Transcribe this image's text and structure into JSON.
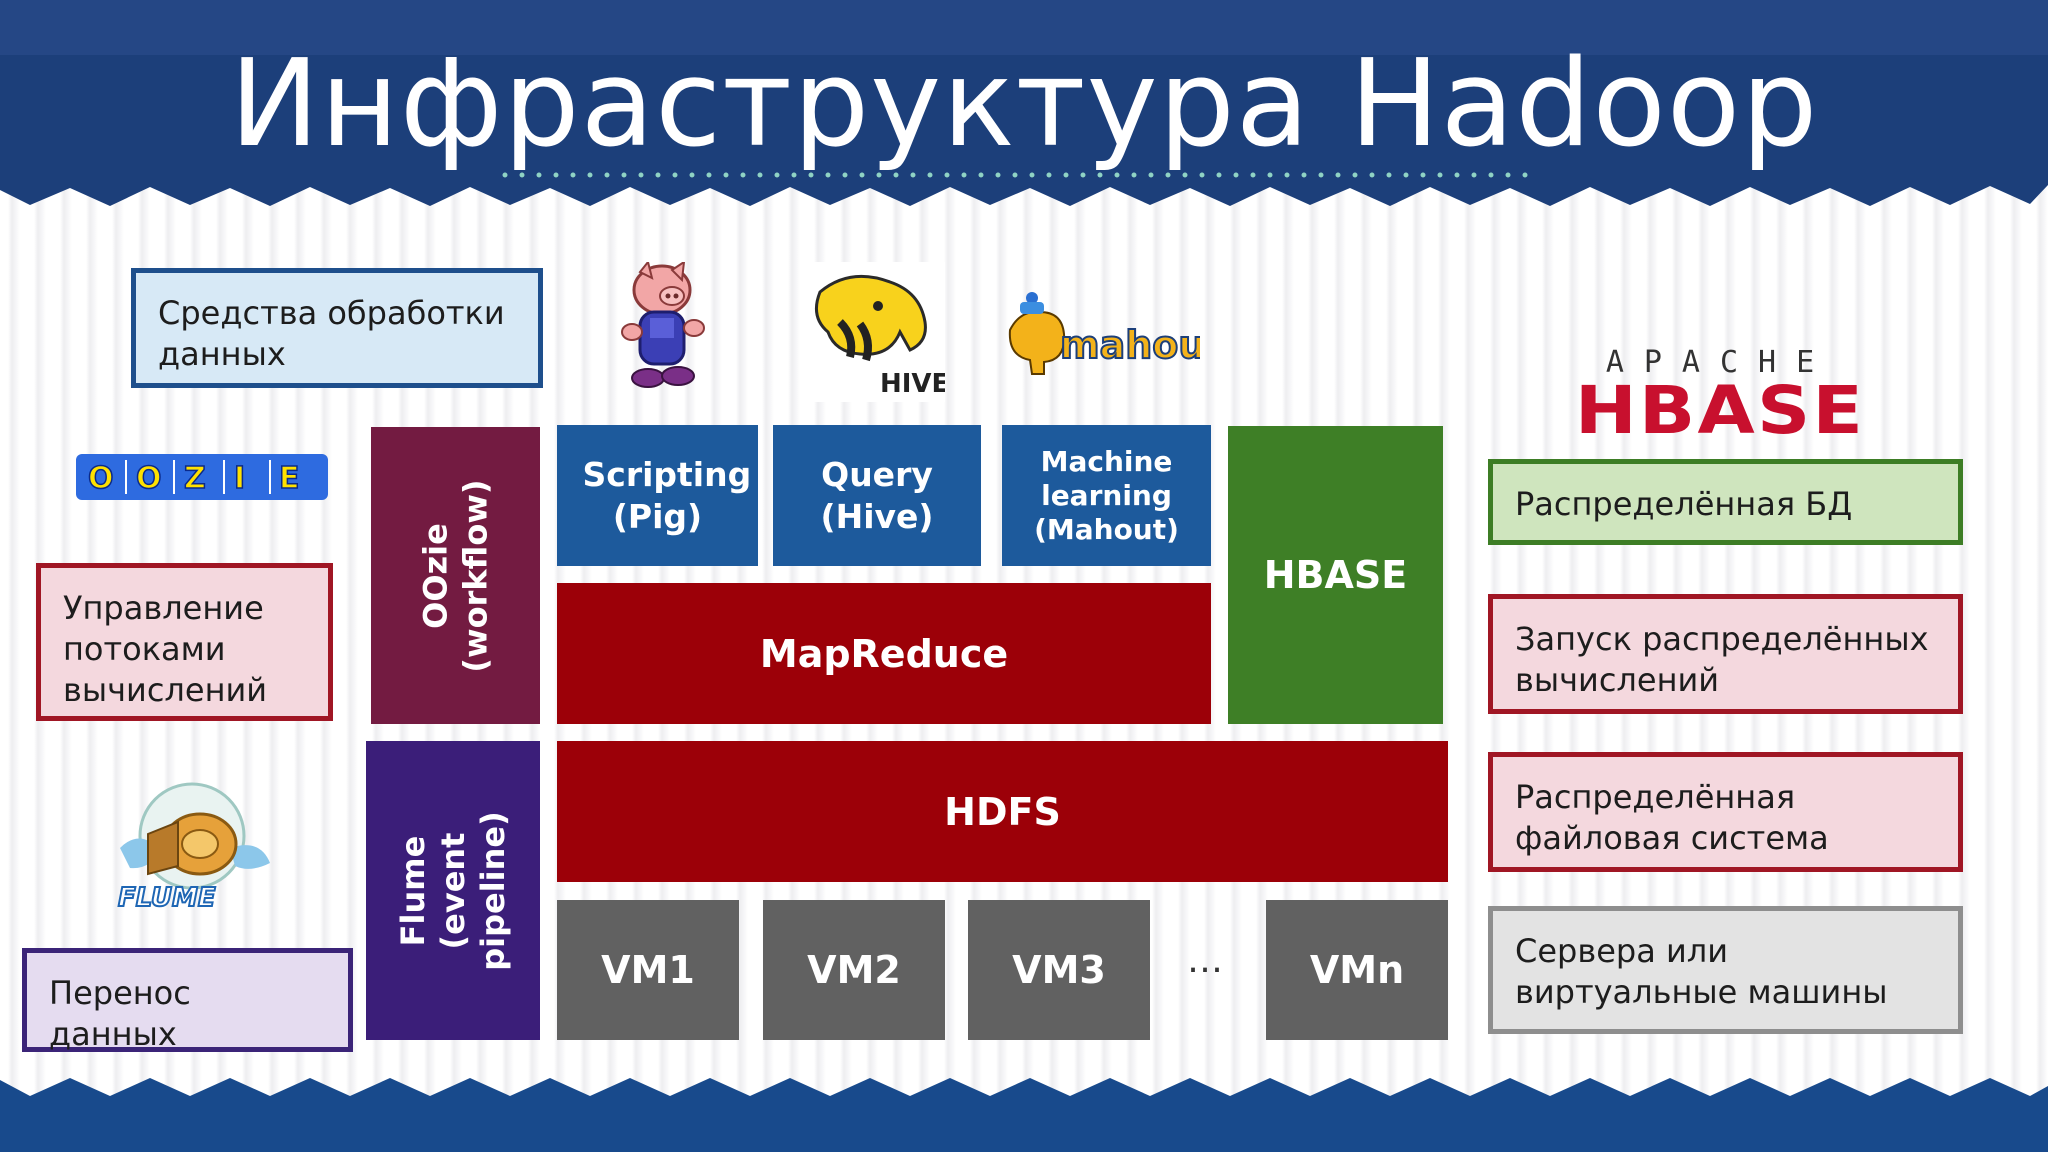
{
  "slide": {
    "title": "Инфраструктура Hadoop"
  },
  "legend": {
    "processing_tools": "Средства обработки данных",
    "workflow_management": "Управление потоками вычислений",
    "data_transfer": "Перенос данных",
    "distributed_db": "Распределённая БД",
    "distributed_compute": "Запуск распределённых вычислений",
    "distributed_fs": "Распределённая файловая система",
    "servers": "Сервера или виртуальные машины"
  },
  "stack": {
    "scripting": "Scripting (Pig)",
    "query": "Query (Hive)",
    "ml": "Machine learning (Mahout)",
    "hbase": "HBASE",
    "mapreduce": "MapReduce",
    "hdfs": "HDFS",
    "oozie": "OOzie (workflow)",
    "flume": "Flume (event pipeline)",
    "vms": [
      "VM1",
      "VM2",
      "VM3",
      "VMn"
    ],
    "ellipsis": "…"
  },
  "logos": {
    "hive_text": "HIVE",
    "mahout_text": "mahout",
    "oozie_letters": [
      "O",
      "O",
      "Z",
      "I",
      "E"
    ],
    "flume_text": "FLUME",
    "hbase_apache": "APACHE",
    "hbase_text": "HBASE"
  },
  "colors": {
    "header": "#1c3f7a",
    "blue_block": "#1d5a9c",
    "red_block": "#9c0008",
    "green_block": "#3e7f26",
    "gray_block": "#616161",
    "maroon_block": "#731b41",
    "indigo_block": "#3b1e79",
    "hbase_logo": "#c8102e"
  }
}
